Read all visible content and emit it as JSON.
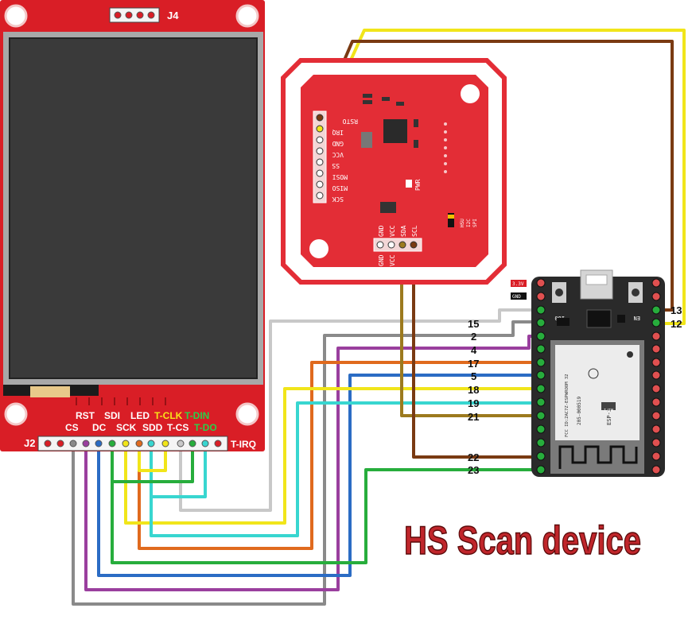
{
  "title": "HS Scan device",
  "colors": {
    "board_red": "#d91e26",
    "board_dark": "#2a2a2a",
    "title_red": "#c0262b"
  },
  "tft": {
    "header_top": "J4",
    "header_bottom": "J2",
    "pin_labels_top_row": [
      "RST",
      "SDI",
      "LED",
      "T-CLK",
      "T-DIN"
    ],
    "pin_labels_bottom_row": [
      "CS",
      "DC",
      "SCK",
      "SDD",
      "T-CS",
      "T-DO",
      "T-IRQ"
    ]
  },
  "rfid": {
    "left_pins": [
      "RSTO",
      "IRQ",
      "GND",
      "VCC",
      "SS",
      "MOSI",
      "MISO",
      "SCK"
    ],
    "bottom_pins": [
      "GND",
      "VCC",
      "SDA",
      "SCL"
    ],
    "pwr": "PWR",
    "mode": [
      "HSU",
      "I2C",
      "SPI"
    ]
  },
  "esp32": {
    "badge_3v3": "3.3V",
    "badge_gnd": "GND",
    "btn_io0": "IO0",
    "btn_en": "EN",
    "module_fcc": "FCC ID:2AC7Z-ESPWROOM 32",
    "module_r": "205-000519",
    "module_name": "ESP-32",
    "module_wifi": "WiFi"
  },
  "gpio_left": [
    "15",
    "2",
    "4",
    "17",
    "5",
    "18",
    "19",
    "21",
    "22",
    "23"
  ],
  "gpio_right": [
    "13",
    "12"
  ]
}
